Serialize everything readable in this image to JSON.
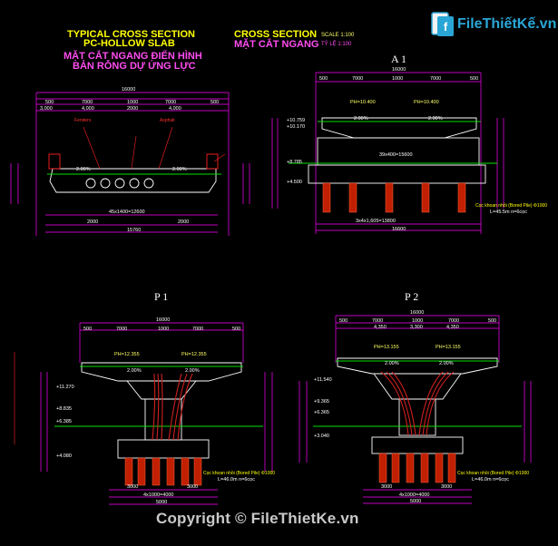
{
  "titles": {
    "typical_en_1": "TYPICAL CROSS SECTION",
    "typical_en_2": "PC-HOLLOW SLAB",
    "typical_vn_1": "MẶT CẮT NGANG ĐIỂN HÌNH",
    "typical_vn_2": "BẢN RỖNG DỰ ỨNG LỰC",
    "cross_en": "CROSS SECTION",
    "cross_vn": "MẶT CẮT NGANG",
    "scale_en": "SCALE 1:100",
    "scale_vn": "TỶ LỆ 1:100"
  },
  "section_tags": {
    "a1": "A 1",
    "p1": "P 1",
    "p2": "P 2"
  },
  "typical_dims": {
    "total": "16000",
    "top": [
      "500",
      "7000",
      "1000",
      "7000",
      "500"
    ],
    "sub": [
      "3,000",
      "4,000",
      "2000",
      "4,000"
    ],
    "mid": "45x1400=12600",
    "bottom": [
      "2000",
      "2000"
    ],
    "overall": "15760",
    "labels": [
      "Fenders",
      "Asphalt",
      "2.00%",
      "2.00%"
    ]
  },
  "a1_dims": {
    "total": "16000",
    "top": [
      "500",
      "7000",
      "1000",
      "7000",
      "500"
    ],
    "elev": [
      "PH=10.400",
      "PH=10.400"
    ],
    "slopes": [
      "2.00%",
      "2.00%"
    ],
    "levels": [
      "+10.759",
      "+10.170",
      "+8.785",
      "+4.500"
    ],
    "mid": "39x400=15600",
    "bottom": "3x4x1,605=13800",
    "overall": "16600",
    "pile_note": "Cọc khoan nhồi (Bored Pile) Φ1000",
    "pile_len": "L=45.5m   n=6cọc"
  },
  "p1_dims": {
    "total": "16000",
    "top": [
      "500",
      "7000",
      "1000",
      "7000",
      "500"
    ],
    "elev": [
      "PH=12.355",
      "PH=12.355"
    ],
    "slopes": [
      "2.00%",
      "2.00%"
    ],
    "levels": [
      "+11.270",
      "+8.835",
      "+6.385",
      "+4.080"
    ],
    "bottom": [
      "3000",
      "3000"
    ],
    "mid": "4x1000=4000",
    "overall": "5000",
    "pile_note": "Cọc khoan nhồi (Bored Pile) Φ1000",
    "pile_len": "L=46.0m   n=6cọc"
  },
  "p2_dims": {
    "total": "16000",
    "top": [
      "500",
      "7000",
      "1000",
      "7000",
      "500"
    ],
    "sub": [
      "4,350",
      "3,300",
      "4,350"
    ],
    "elev": [
      "PH=13.155",
      "PH=13.155"
    ],
    "slopes": [
      "2.00%",
      "2.00%"
    ],
    "levels": [
      "+11.540",
      "+9.365",
      "+6.365",
      "+3.040"
    ],
    "bottom": [
      "3000",
      "3000"
    ],
    "mid": "4x1000=4000",
    "overall": "5000",
    "pile_note": "Cọc khoan nhồi (Bored Pile) Φ1000",
    "pile_len": "L=46.0m   n=6cọc"
  },
  "logo": {
    "text": "FileThiếtKế.vn",
    "icon": "filethietke-logo-icon"
  },
  "copyright": "Copyright © FileThietKe.vn",
  "colors": {
    "bg": "#000000",
    "magenta": "#ff00ff",
    "white": "#ffffff",
    "yellow": "#ffff00",
    "red": "#ff2020",
    "green": "#00e000",
    "cyan": "#00c0ff",
    "pile_red": "#c02000"
  }
}
